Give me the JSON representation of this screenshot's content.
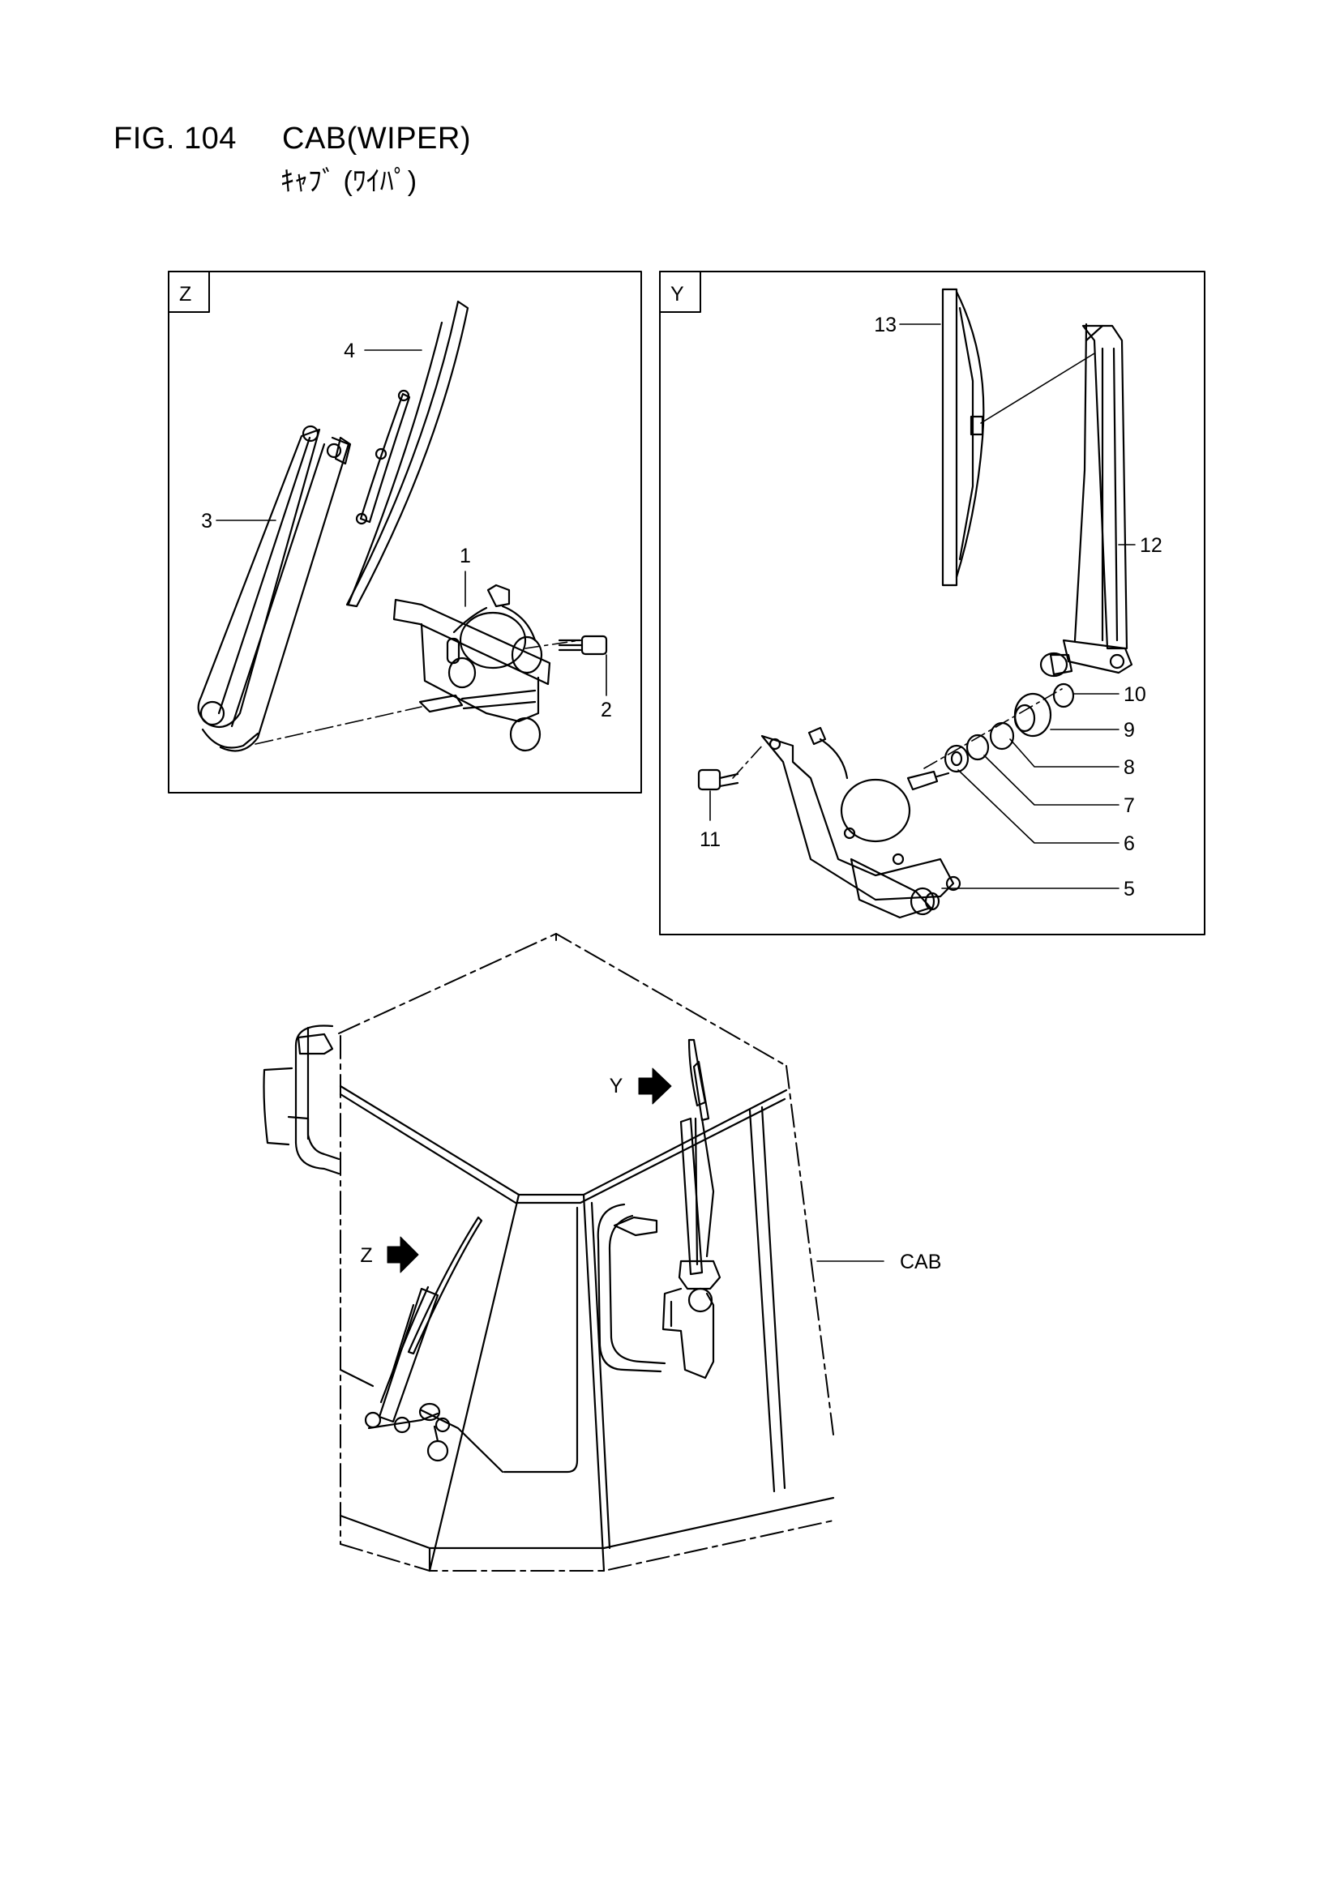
{
  "figure": {
    "number": "FIG. 104",
    "title": "CAB(WIPER)",
    "subtitle": "ｷｬﾌﾞ (ﾜｲﾊﾟ)"
  },
  "views": {
    "z": {
      "tag": "Z",
      "callouts": [
        "4",
        "3",
        "1",
        "2"
      ]
    },
    "y": {
      "tag": "Y",
      "callouts": [
        "13",
        "12",
        "10",
        "9",
        "8",
        "7",
        "6",
        "5",
        "11"
      ]
    }
  },
  "main": {
    "arrow_y": "Y",
    "arrow_z": "Z",
    "cab_label": "CAB"
  }
}
